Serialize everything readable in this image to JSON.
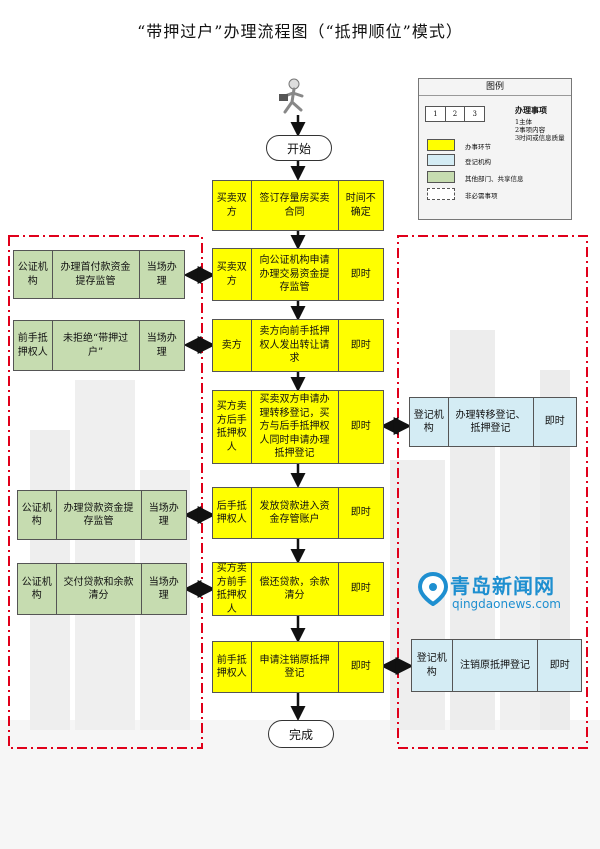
{
  "title": "“带押过户”办理流程图（“抵押顺位”模式）",
  "legend": {
    "title": "图例",
    "numbers": [
      "1",
      "2",
      "3"
    ],
    "item_heading": "办理事项",
    "item_lines": [
      "1主体",
      "2事项内容",
      "3时间或信息质量"
    ],
    "entries": [
      "办事环节",
      "登记机构",
      "其他部门、共享信息",
      "非必需事项"
    ]
  },
  "start_label": "开始",
  "end_label": "完成",
  "main_steps": [
    {
      "actor": "买卖双方",
      "action": "签订存量房买卖合同",
      "time": "时间不确定"
    },
    {
      "actor": "买卖双方",
      "action": "向公证机构申请办理交易资金提存监管",
      "time": "即时"
    },
    {
      "actor": "卖方",
      "action": "卖方向前手抵押权人发出转让请求",
      "time": "即时"
    },
    {
      "actor": "买方卖方后手抵押权人",
      "action": "买卖双方申请办理转移登记，买方与后手抵押权人同时申请办理抵押登记",
      "time": "即时"
    },
    {
      "actor": "后手抵押权人",
      "action": "发放贷款进入资金存管账户",
      "time": "即时"
    },
    {
      "actor": "买方卖方前手抵押权人",
      "action": "偿还贷款，余款清分",
      "time": "即时"
    },
    {
      "actor": "前手抵押权人",
      "action": "申请注销原抵押登记",
      "time": "即时"
    }
  ],
  "left_boxes": [
    {
      "actor": "公证机构",
      "action": "办理首付款资金提存监管",
      "time": "当场办理"
    },
    {
      "actor": "前手抵押权人",
      "action": "未拒绝“带押过户”",
      "time": "当场办理"
    },
    {
      "actor": "公证机构",
      "action": "办理贷款资金提存监管",
      "time": "当场办理"
    },
    {
      "actor": "公证机构",
      "action": "交付贷款和余款清分",
      "time": "当场办理"
    }
  ],
  "right_boxes": [
    {
      "actor": "登记机构",
      "action": "办理转移登记、抵押登记",
      "time": "即时"
    },
    {
      "actor": "登记机构",
      "action": "注销原抵押登记",
      "time": "即时"
    }
  ],
  "watermark": {
    "brand": "青岛新闻网",
    "url": "qingdaonews.com"
  },
  "colors": {
    "step": "#ffff00",
    "other_dept": "#c6dcb0",
    "registry": "#d4ecf4",
    "dashed_border": "#e0001a",
    "watermark_blue": "#1e8fd0"
  }
}
